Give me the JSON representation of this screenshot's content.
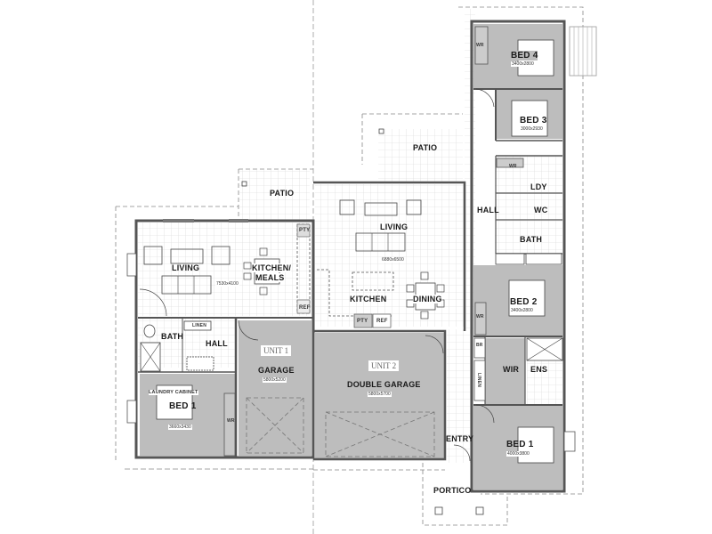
{
  "plan": {
    "colors": {
      "wall": "#555555",
      "wall_fill": "#8a8a8a",
      "room_grey": "#b9b9b9",
      "tile_grid": "#dcdcdc",
      "dashed": "#888888",
      "text": "#1a1a1a"
    },
    "unit1": {
      "title": "UNIT 1",
      "rooms": {
        "patio": "PATIO",
        "living": "LIVING",
        "living_dim": "7530x4100",
        "kitchen_meals": "KITCHEN/ MEALS",
        "kitchen_line1": "KITCHEN/",
        "kitchen_line2": "MEALS",
        "pty": "PTY",
        "ref": "REF",
        "bath": "BATH",
        "linen": "LINEN",
        "hall": "HALL",
        "laundry_cabinet": "LAUNDRY CABINET",
        "bed1": "BED 1",
        "bed1_dim": "3660x3430",
        "wr": "WR",
        "garage": "GARAGE",
        "garage_dim": "5800x5200"
      }
    },
    "unit2": {
      "title": "UNIT 2",
      "rooms": {
        "patio": "PATIO",
        "living": "LIVING",
        "living_dim": "6880x6500",
        "kitchen": "KITCHEN",
        "dining": "DINING",
        "pty": "PTY",
        "ref": "REF",
        "double_garage": "DOUBLE GARAGE",
        "double_garage_dim": "5800x5700",
        "entry": "ENTRY",
        "portico": "PORTICO",
        "hall": "HALL",
        "bed4": "BED 4",
        "bed4_dim": "3400x2800",
        "bed4_wr": "WR",
        "bed3": "BED 3",
        "bed3_dim": "3000x2930",
        "wr": "WR",
        "ldy": "LDY",
        "wc": "WC",
        "bath": "BATH",
        "bed2": "BED 2",
        "bed2_dim": "3400x2800",
        "bed2_wr": "WR",
        "br": "BR",
        "linen": "LINEN",
        "wir": "WIR",
        "ens": "ENS",
        "bed1": "BED 1",
        "bed1_dim": "4000x3800"
      }
    }
  }
}
